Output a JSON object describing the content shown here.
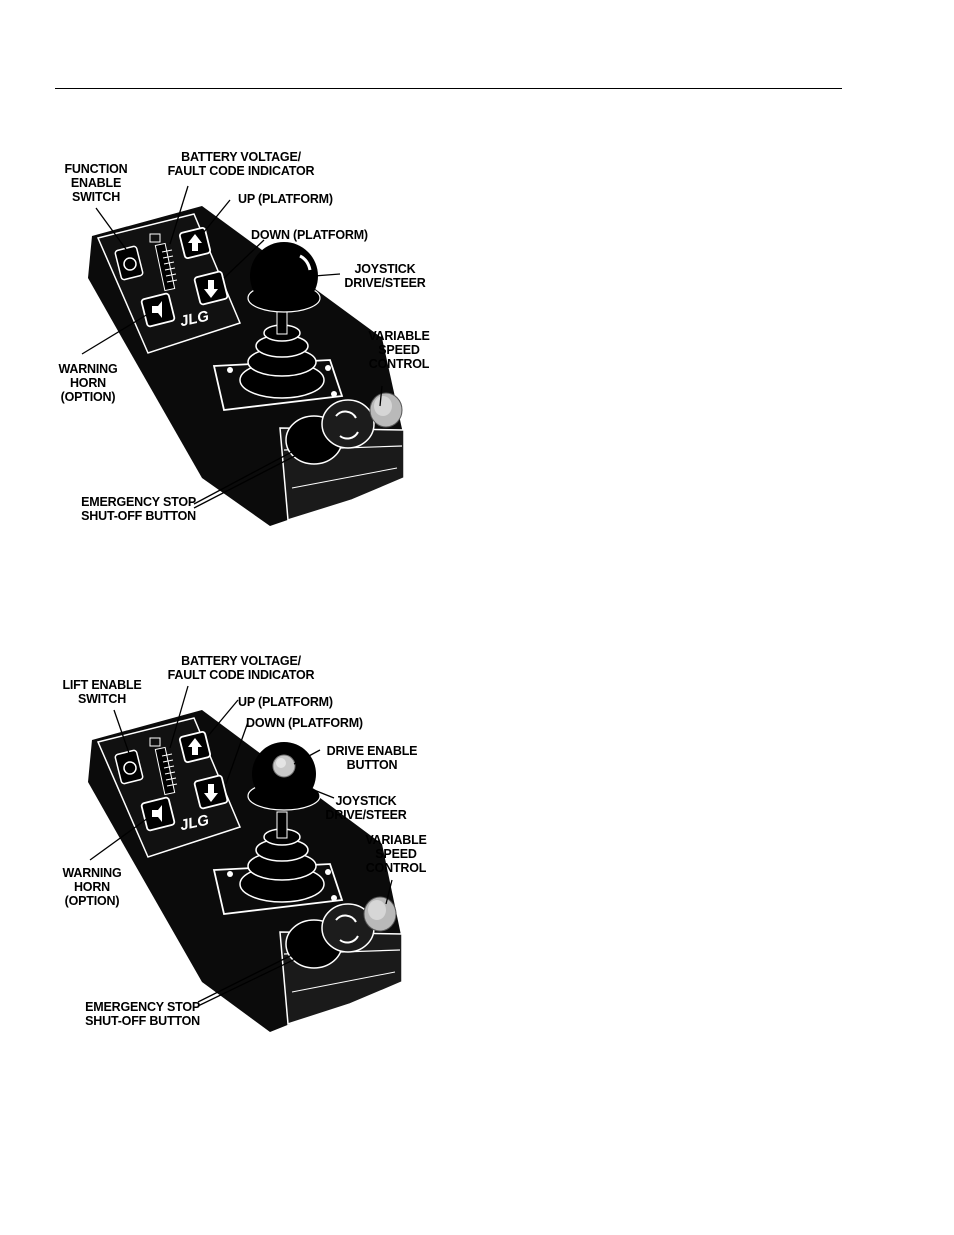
{
  "figures": [
    {
      "labels": {
        "function_enable": "FUNCTION\nENABLE\nSWITCH",
        "battery": "BATTERY VOLTAGE/\nFAULT CODE INDICATOR",
        "up": "UP (PLATFORM)",
        "down": "DOWN (PLATFORM)",
        "joystick": "JOYSTICK\nDRIVE/STEER",
        "variable_speed": "VARIABLE\nSPEED\nCONTROL",
        "warning_horn": "WARNING\nHORN\n(OPTION)",
        "emergency_stop": "EMERGENCY STOP\nSHUT-OFF BUTTON"
      },
      "logo": "JLG"
    },
    {
      "labels": {
        "lift_enable": "LIFT ENABLE\nSWITCH",
        "battery": "BATTERY VOLTAGE/\nFAULT CODE INDICATOR",
        "up": "UP (PLATFORM)",
        "down": "DOWN (PLATFORM)",
        "drive_enable": "DRIVE ENABLE\nBUTTON",
        "joystick": "JOYSTICK\nDRIVE/STEER",
        "variable_speed": "VARIABLE\nSPEED\nCONTROL",
        "warning_horn": "WARNING\nHORN\n(OPTION)",
        "emergency_stop": "EMERGENCY STOP\nSHUT-OFF BUTTON"
      },
      "logo": "JLG"
    }
  ]
}
